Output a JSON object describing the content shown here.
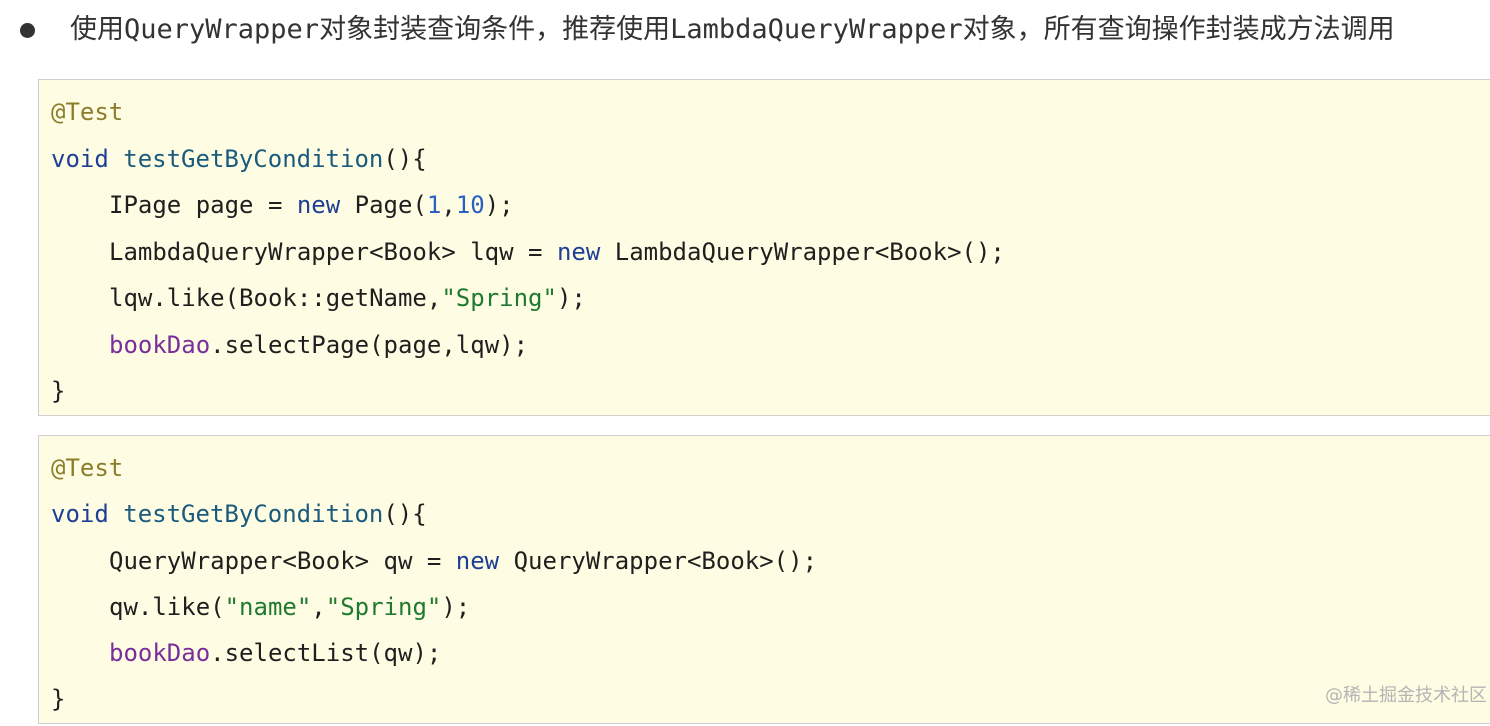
{
  "intro": {
    "text": "使用QueryWrapper对象封装查询条件，推荐使用LambdaQueryWrapper对象，所有查询操作封装成方法调用"
  },
  "block1": {
    "line1": "@Test",
    "line2_kw": "void",
    "line2_method": "testGetByCondition",
    "line2_rest": "(){",
    "line3_a": "IPage page = ",
    "line3_new": "new",
    "line3_b": " Page(",
    "line3_n1": "1",
    "line3_c": ",",
    "line3_n2": "10",
    "line3_d": ");",
    "line4_a": "LambdaQueryWrapper<Book> lqw = ",
    "line4_new": "new",
    "line4_b": " LambdaQueryWrapper<Book>();",
    "line5_a": "lqw.like(Book::getName,",
    "line5_str": "\"Spring\"",
    "line5_b": ");",
    "line6_field": "bookDao",
    "line6_rest": ".selectPage(page,lqw);",
    "line7": "}"
  },
  "block2": {
    "line1": "@Test",
    "line2_kw": "void",
    "line2_method": "testGetByCondition",
    "line2_rest": "(){",
    "line3_a": "QueryWrapper<Book> qw = ",
    "line3_new": "new",
    "line3_b": " QueryWrapper<Book>();",
    "line4_a": "qw.like(",
    "line4_str1": "\"name\"",
    "line4_b": ",",
    "line4_str2": "\"Spring\"",
    "line4_c": ");",
    "line5_field": "bookDao",
    "line5_rest": ".selectList(qw);",
    "line6": "}"
  },
  "watermark": "@稀土掘金技术社区",
  "colors": {
    "code_background": "#fefde3",
    "annotation": "#8b7d2a",
    "keyword": "#1f3f96",
    "method": "#1a5b7d",
    "number": "#2c5fc4",
    "string": "#1f7a30",
    "field": "#7a2e9a"
  }
}
